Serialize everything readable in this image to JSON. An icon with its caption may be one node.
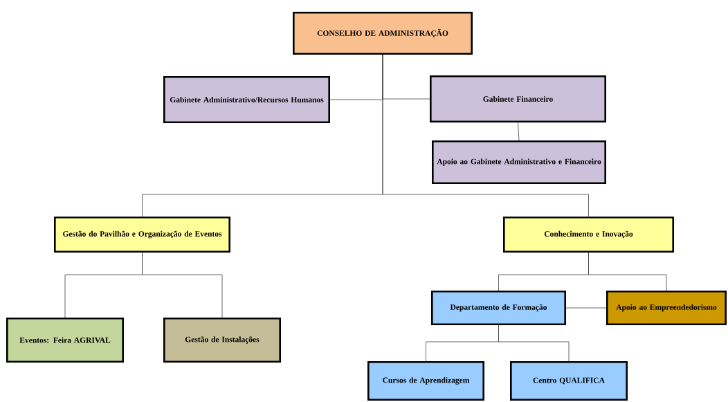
{
  "diagram": {
    "nodes": [
      {
        "text": [
          "CONSELHO DE ADMINISTRAÇÃO"
        ]
      },
      {
        "text": [
          "Gabinete Administrativo/Recursos Humanos"
        ]
      },
      {
        "text": [
          "Gabinete Financeiro"
        ]
      },
      {
        "text": [
          "Apoio ao Gabinete Administrativo e Financeiro"
        ]
      },
      {
        "text": [
          "Gestão do Pavilhão e Organização de Eventos"
        ]
      },
      {
        "text": [
          "Conhecimento e Inovação"
        ]
      },
      {
        "text": [
          "Eventos: Feira AGRIVAL"
        ]
      },
      {
        "text": [
          "Gestão de Instalações"
        ]
      },
      {
        "text": [
          "Departamento de Formação"
        ]
      },
      {
        "text": [
          "Apoio ao Empreendedorismo"
        ]
      },
      {
        "text": [
          "Cursos de Aprendizagem"
        ]
      },
      {
        "text": [
          "Centro QUALIFICA"
        ]
      }
    ],
    "edges": [
      {
        "from": 0,
        "to": 1,
        "arrow": "none"
      },
      {
        "from": 0,
        "to": 2,
        "arrow": "none"
      },
      {
        "from": 2,
        "to": 3,
        "arrow": "none"
      },
      {
        "from": 0,
        "to": 4,
        "arrow": "none"
      },
      {
        "from": 0,
        "to": 5,
        "arrow": "none"
      },
      {
        "from": 4,
        "to": 6,
        "arrow": "none"
      },
      {
        "from": 4,
        "to": 7,
        "arrow": "none"
      },
      {
        "from": 5,
        "to": 8,
        "arrow": "none"
      },
      {
        "from": 5,
        "to": 9,
        "arrow": "none"
      },
      {
        "from": 8,
        "to": 9,
        "arrow": "none"
      },
      {
        "from": 8,
        "to": 10,
        "arrow": "none"
      },
      {
        "from": 8,
        "to": 11,
        "arrow": "none"
      }
    ]
  }
}
